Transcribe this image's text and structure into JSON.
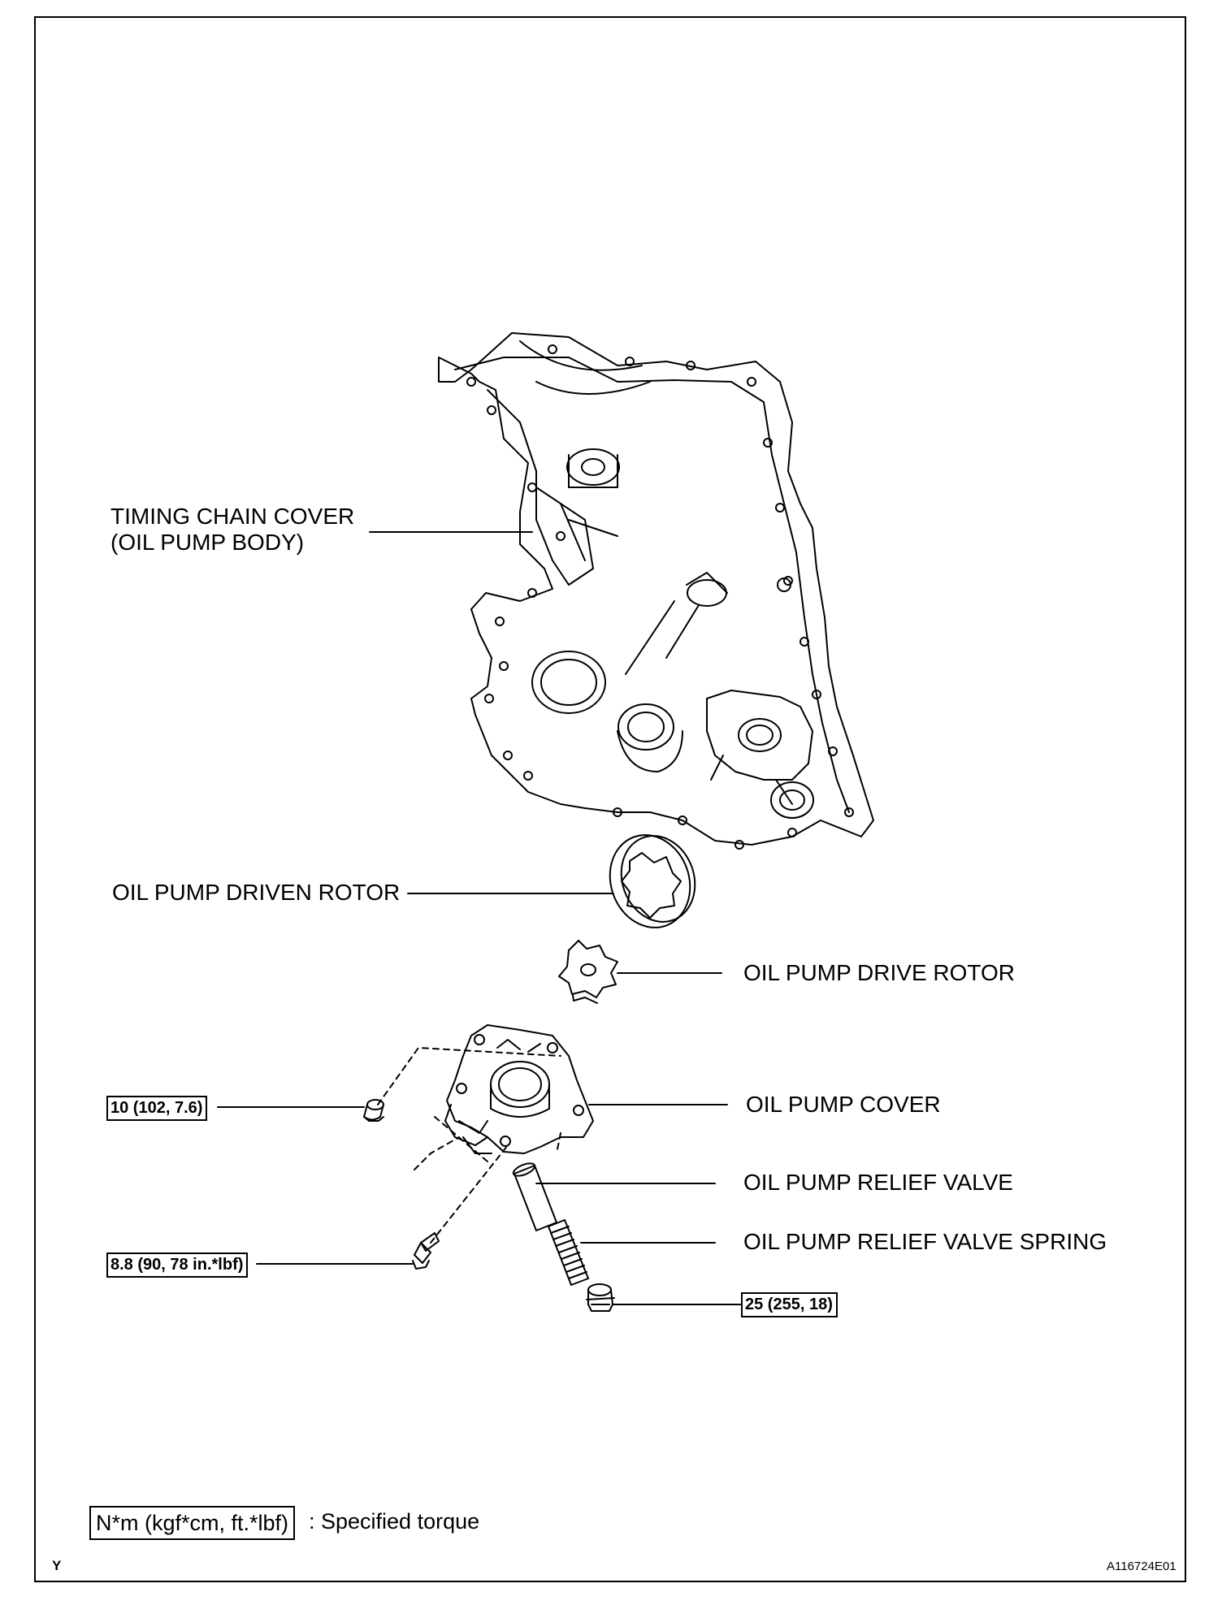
{
  "labels": {
    "timing_chain_cover_line1": "TIMING CHAIN COVER",
    "timing_chain_cover_line2": "(OIL PUMP BODY)",
    "driven_rotor": "OIL PUMP DRIVEN ROTOR",
    "drive_rotor": "OIL PUMP DRIVE ROTOR",
    "pump_cover": "OIL PUMP COVER",
    "relief_valve": "OIL PUMP RELIEF VALVE",
    "relief_valve_spring": "OIL PUMP RELIEF VALVE SPRING"
  },
  "torques": {
    "cover_bolt": "10 (102, 7.6)",
    "lower_bolt": "8.8 (90, 78 in.*lbf)",
    "plug": "25 (255, 18)"
  },
  "legend": {
    "units": "N*m (kgf*cm, ft.*lbf)",
    "meaning": ": Specified torque"
  },
  "corner_letter": "Y",
  "figure_code": "A116724E01"
}
